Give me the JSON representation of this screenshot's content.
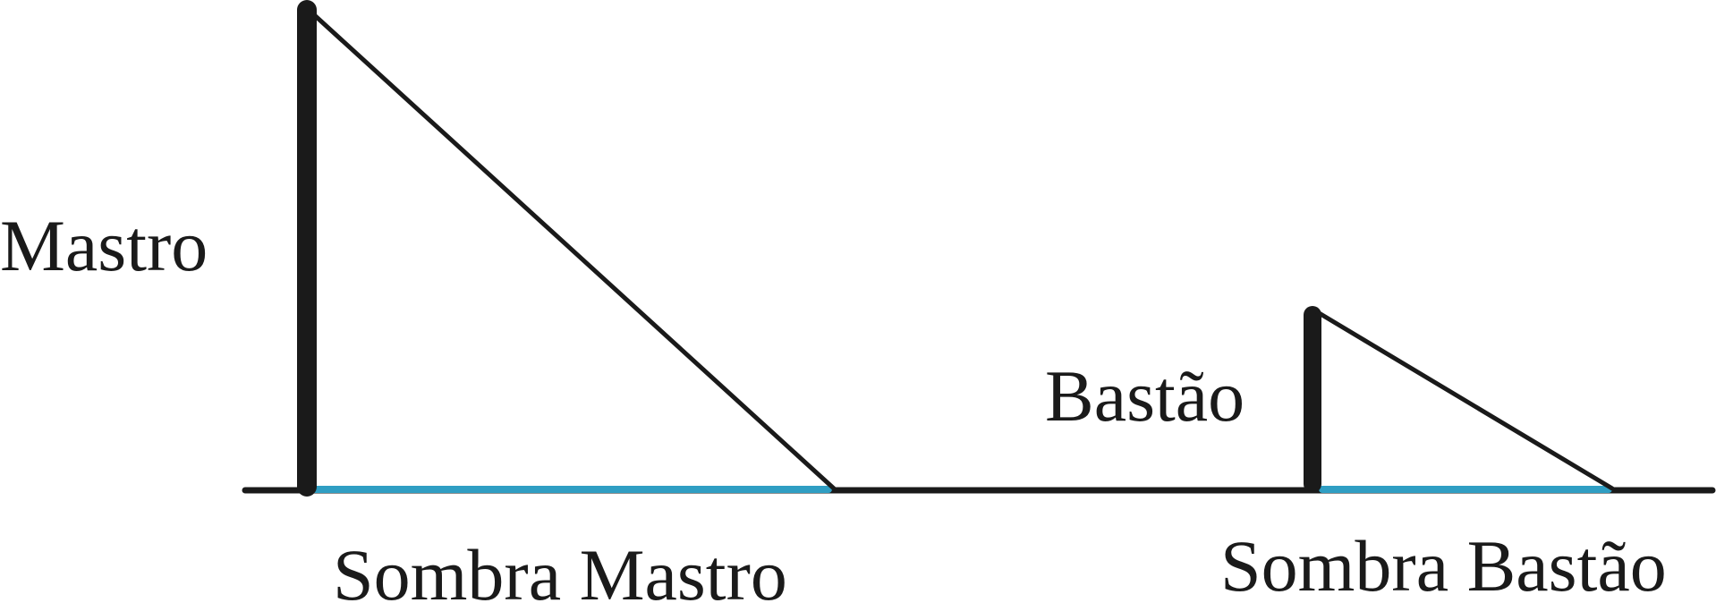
{
  "labels": {
    "mast": "Mastro",
    "stick": "Bastão",
    "mast_shadow": "Sombra Mastro",
    "stick_shadow": "Sombra Bastão"
  },
  "colors": {
    "ink": "#1a1a1a",
    "shadow": "#2f9ec3",
    "background": "#ffffff"
  }
}
